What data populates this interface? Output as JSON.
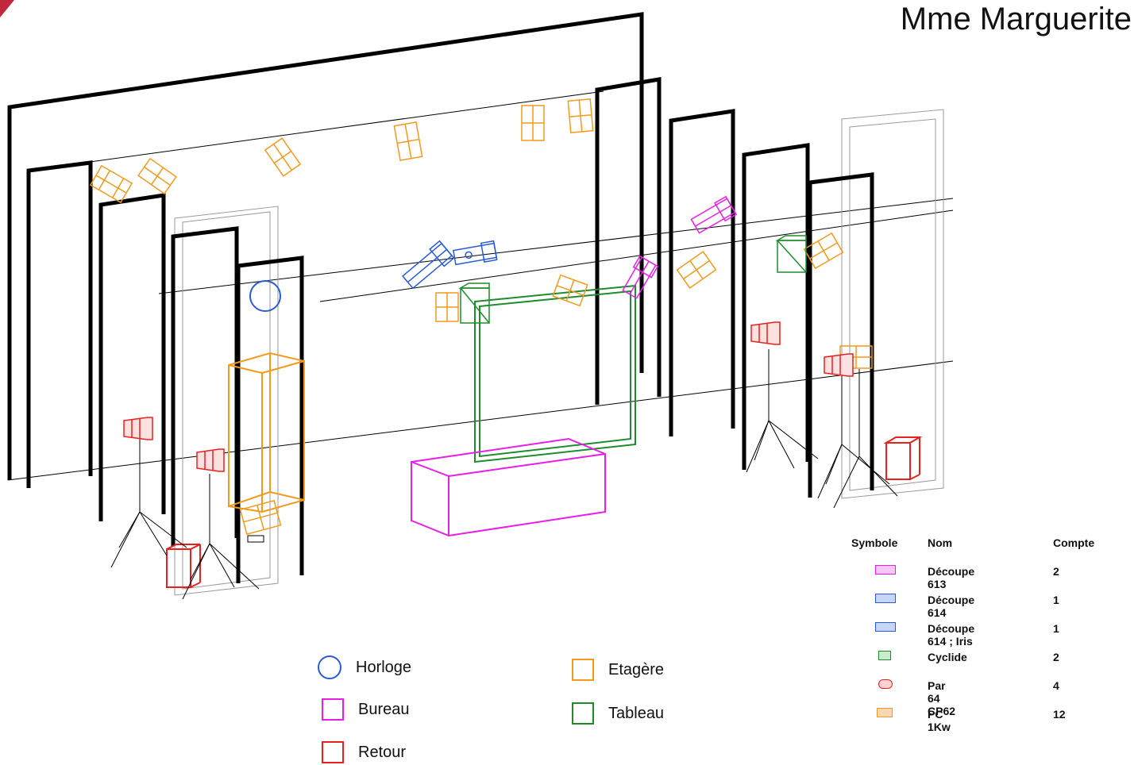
{
  "title": "Mme Marguerite",
  "colors": {
    "orange": "#f39a1e",
    "blue": "#2a5bd7",
    "magenta": "#e81ee8",
    "green": "#1e8c2d",
    "red": "#e8201e",
    "grey": "#9a9a9a",
    "brand": "#c0283e"
  },
  "legend": [
    {
      "label": "Horloge",
      "color": "#2a5bd7",
      "shape": "circle"
    },
    {
      "label": "Etagère",
      "color": "#f39a1e",
      "shape": "square"
    },
    {
      "label": "Bureau",
      "color": "#e81ee8",
      "shape": "square"
    },
    {
      "label": "Tableau",
      "color": "#1e8c2d",
      "shape": "square"
    },
    {
      "label": "Retour",
      "color": "#e8201e",
      "shape": "square"
    }
  ],
  "inventory": {
    "headers": [
      "Symbole",
      "Nom",
      "Compte"
    ],
    "rows": [
      {
        "name": "Découpe 613",
        "count": "2",
        "color": "#e81ee8",
        "icon": "decoupe-icon"
      },
      {
        "name": "Découpe 614",
        "count": "1",
        "color": "#2a5bd7",
        "icon": "decoupe-icon"
      },
      {
        "name": "Découpe 614 ; Iris",
        "count": "1",
        "color": "#2a5bd7",
        "icon": "decoupe-iris-icon"
      },
      {
        "name": "Cyclide",
        "count": "2",
        "color": "#1e8c2d",
        "icon": "cyclide-icon"
      },
      {
        "name": "Par 64 CP62",
        "count": "4",
        "color": "#e8201e",
        "icon": "par-icon"
      },
      {
        "name": "PC 1Kw",
        "count": "12",
        "color": "#f39a1e",
        "icon": "pc-icon"
      }
    ]
  }
}
